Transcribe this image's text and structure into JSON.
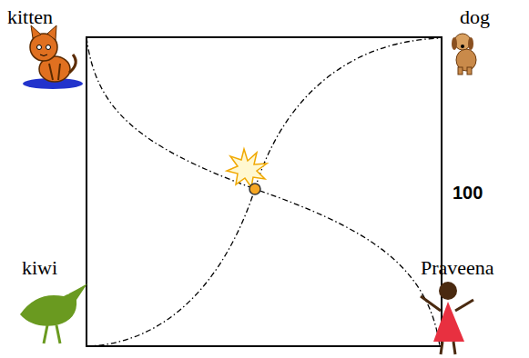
{
  "diagram": {
    "labels": [
      "kitten",
      "dog",
      "kiwi",
      "Praveena",
      "100"
    ]
  }
}
